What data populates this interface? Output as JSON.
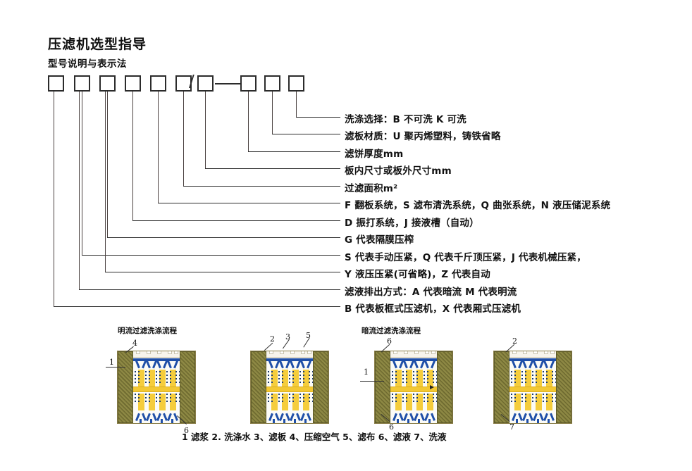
{
  "document": {
    "main_title": "压滤机选型指导",
    "sub_title": "型号说明与表示法"
  },
  "model_code": {
    "separator_slash": "/",
    "box_count": 10,
    "boxes": [
      {
        "index": 1,
        "label": ""
      },
      {
        "index": 2,
        "label": ""
      },
      {
        "index": 3,
        "label": ""
      },
      {
        "index": 4,
        "label": ""
      },
      {
        "index": 5,
        "label": ""
      },
      {
        "index": 6,
        "label": ""
      },
      {
        "index": 7,
        "label": ""
      },
      {
        "index": 8,
        "label": ""
      },
      {
        "index": 9,
        "label": ""
      },
      {
        "index": 10,
        "label": ""
      }
    ]
  },
  "legend_lines": [
    {
      "index": 1,
      "text": "洗涤选择：B 不可洗  K 可洗"
    },
    {
      "index": 2,
      "text": "滤板材质：U 聚丙烯塑料，铸铁省略"
    },
    {
      "index": 3,
      "text": "滤饼厚度mm"
    },
    {
      "index": 4,
      "text": "板内尺寸或板外尺寸mm"
    },
    {
      "index": 5,
      "text": "过滤面积m²"
    },
    {
      "index": 6,
      "text": "F 翻板系统，S 滤布清洗系统，Q 曲张系统，N 液压储泥系统"
    },
    {
      "index": 7,
      "text": "D 振打系统，J 接液槽（自动）"
    },
    {
      "index": 8,
      "text": "G 代表隔膜压榨"
    },
    {
      "index": 9,
      "text": "S 代表手动压紧，Q 代表千斤顶压紧，J 代表机械压紧，"
    },
    {
      "index": 10,
      "text": "Y 液压压紧(可省略)，Z 代表自动"
    },
    {
      "index": 11,
      "text": "滤液排出方式：A 代表暗流  M 代表明流"
    },
    {
      "index": 12,
      "text": "B 代表板框式压滤机，X 代表厢式压滤机"
    }
  ],
  "diagram": {
    "panel_titles": [
      {
        "index": 1,
        "text": "明流过滤洗涤流程"
      },
      {
        "index": 2,
        "text": "暗流过滤洗涤流程"
      }
    ],
    "panels": [
      {
        "index": 1,
        "callouts": [
          {
            "num": "4",
            "pos": "top"
          },
          {
            "num": "1",
            "pos": "left"
          },
          {
            "num": "6",
            "pos": "bottom"
          }
        ]
      },
      {
        "index": 2,
        "callouts": [
          {
            "num": "2",
            "pos": "top"
          },
          {
            "num": "3",
            "pos": "top"
          },
          {
            "num": "5",
            "pos": "top"
          }
        ]
      },
      {
        "index": 3,
        "callouts": [
          {
            "num": "6",
            "pos": "top"
          },
          {
            "num": "1",
            "pos": "left"
          },
          {
            "num": "6",
            "pos": "bottom"
          }
        ]
      },
      {
        "index": 4,
        "callouts": [
          {
            "num": "2",
            "pos": "top"
          },
          {
            "num": "7",
            "pos": "bottom"
          }
        ]
      }
    ],
    "bottom_legend": [
      {
        "num": "1",
        "text": "滤浆"
      },
      {
        "num": "2.",
        "text": "洗涤水"
      },
      {
        "num": "3、",
        "text": "滤板"
      },
      {
        "num": "4、",
        "text": "压缩空气"
      },
      {
        "num": "5、",
        "text": "滤布"
      },
      {
        "num": "6、",
        "text": "滤液"
      },
      {
        "num": "7、",
        "text": "洗液"
      }
    ],
    "bottom_legend_text": "1   滤浆    2.  洗涤水    3、滤板    4、压缩空气  5、滤布    6、滤液    7、洗液"
  },
  "colors": {
    "box_border": "#2b2b2b",
    "leader_line": "#4a4140",
    "endplate": "#6e6a30",
    "channel_yellow": "#f3c833",
    "channel_blue": "#1f4fa8",
    "text": "#111111"
  }
}
